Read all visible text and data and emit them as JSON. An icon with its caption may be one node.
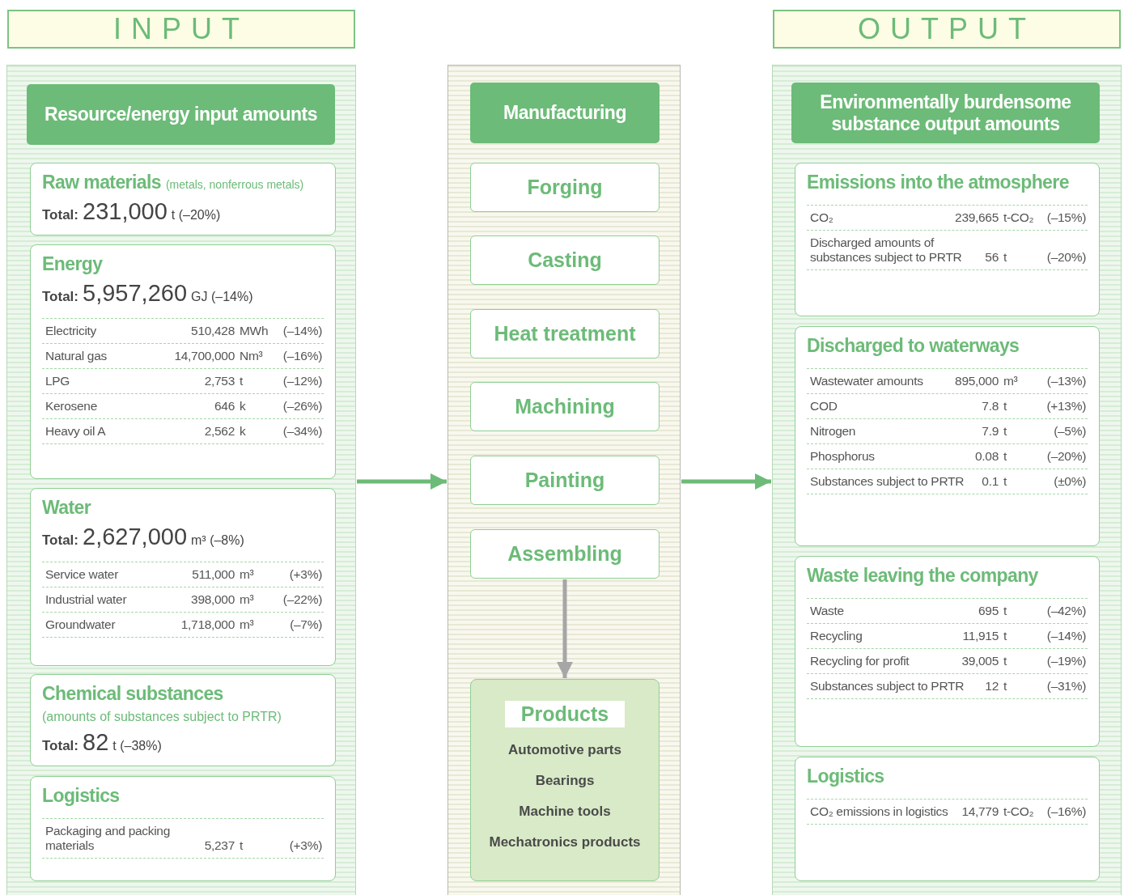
{
  "diagram": {
    "nodes": [
      {
        "text": [
          "INPUT"
        ]
      },
      {
        "text": [],
        "shape": "box"
      },
      {
        "text": [
          "Resource/energy input amounts"
        ],
        "in": 1
      },
      {
        "text": [
          "Raw materials",
          "(metals, nonferrous metals)",
          "Total:",
          "231,000",
          "t (–20%)"
        ],
        "in": 1
      },
      {
        "text": [
          "Energy",
          "Total:",
          "5,957,260",
          "GJ (–14%)",
          "Electricity",
          "510,428",
          "MWh",
          "(–14%)",
          "Natural gas",
          "14,700,000",
          "Nm³",
          "(–16%)",
          "LPG",
          "2,753",
          "t",
          "(–12%)",
          "Kerosene",
          "646",
          "k",
          "(–26%)",
          "Heavy oil A",
          "2,562",
          "k",
          "(–34%)"
        ],
        "in": 1
      },
      {
        "text": [
          "Water",
          "Total:",
          "2,627,000",
          "m³ (–8%)",
          "Service water",
          "511,000",
          "m³",
          "(+3%)",
          "Industrial water",
          "398,000",
          "m³",
          "(–22%)",
          "Groundwater",
          "1,718,000",
          "m³",
          "(–7%)"
        ],
        "in": 1
      },
      {
        "text": [
          "Chemical substances",
          "(amounts of substances subject to PRTR)",
          "Total:",
          "82",
          "t (–38%)"
        ],
        "in": 1
      },
      {
        "text": [
          "Logistics",
          "Packaging and packing materials",
          "5,237",
          "t",
          "(+3%)"
        ],
        "in": 1
      },
      {
        "text": [],
        "shape": "box"
      },
      {
        "text": [
          "Manufacturing"
        ],
        "in": 8
      },
      {
        "text": [
          "Forging"
        ],
        "in": 8
      },
      {
        "text": [
          "Casting"
        ],
        "in": 8
      },
      {
        "text": [
          "Heat treatment"
        ],
        "in": 8
      },
      {
        "text": [
          "Machining"
        ],
        "in": 8
      },
      {
        "text": [
          "Painting"
        ],
        "in": 8
      },
      {
        "text": [
          "Assembling"
        ],
        "in": 8
      },
      {
        "text": [
          "Products",
          "Automotive parts",
          "Bearings",
          "Machine tools",
          "Mechatronics products"
        ],
        "in": 8
      },
      {
        "text": [
          "OUTPUT"
        ]
      },
      {
        "text": [],
        "shape": "box"
      },
      {
        "text": [
          "Environmentally burdensome substance output amounts"
        ],
        "in": 18
      },
      {
        "text": [
          "Emissions into the atmosphere",
          "CO₂",
          "239,665",
          "t-CO₂",
          "(–15%)",
          "Discharged amounts of substances subject to PRTR",
          "56",
          "t",
          "(–20%)"
        ],
        "in": 18
      },
      {
        "text": [
          "Discharged to waterways",
          "Wastewater amounts",
          "895,000",
          "m³",
          "(–13%)",
          "COD",
          "7.8",
          "t",
          "(+13%)",
          "Nitrogen",
          "7.9",
          "t",
          "(–5%)",
          "Phosphorus",
          "0.08",
          "t",
          "(–20%)",
          "Substances subject to PRTR",
          "0.1",
          "t",
          "(±0%)"
        ],
        "in": 18
      },
      {
        "text": [
          "Waste leaving the company",
          "Waste",
          "695",
          "t",
          "(–42%)",
          "Recycling",
          "11,915",
          "t",
          "(–14%)",
          "Recycling for profit",
          "39,005",
          "t",
          "(–19%)",
          "Substances subject to PRTR",
          "12",
          "t",
          "(–31%)"
        ],
        "in": 18
      },
      {
        "text": [
          "Logistics",
          "CO₂ emissions in logistics",
          "14,779",
          "t-CO₂",
          "(–16%)"
        ],
        "in": 18
      }
    ],
    "edges": [
      {
        "from": 1,
        "to": 8,
        "arrow": "to"
      },
      {
        "from": 8,
        "to": 18,
        "arrow": "to"
      },
      {
        "from": 15,
        "to": 16,
        "arrow": "to",
        "color": "#a6a6a6"
      }
    ]
  }
}
